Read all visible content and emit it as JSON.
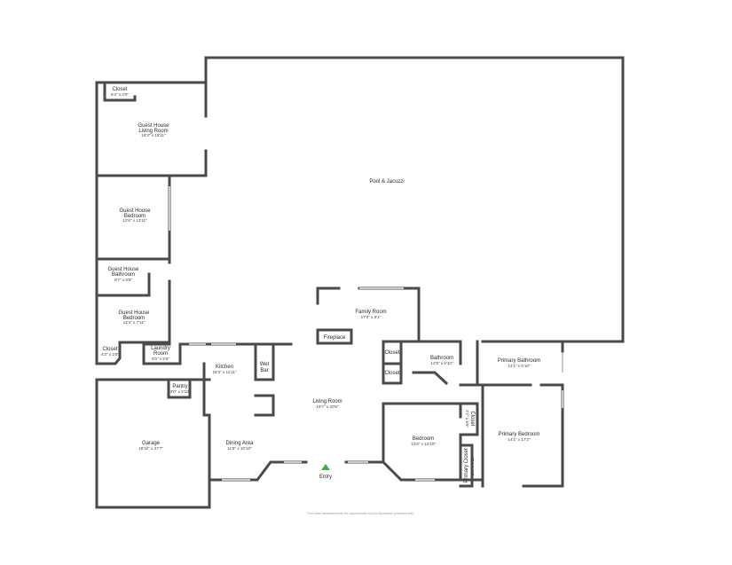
{
  "rooms": {
    "pool": {
      "name": "Pool & Jacuzzi"
    },
    "gh_closet": {
      "name": "Closet",
      "dims": "5'4\" x 3'0\""
    },
    "gh_living": {
      "name1": "Guest House",
      "name2": "Living Room",
      "dims": "18'3\" x 15'11\""
    },
    "gh_bed1": {
      "name1": "Guest House",
      "name2": "Bedroom",
      "dims": "12'6\" x 13'11\""
    },
    "gh_bath": {
      "name1": "Guest House",
      "name2": "Bathroom",
      "dims": "8'7\" x 6'5\""
    },
    "gh_bed2": {
      "name1": "Guest House",
      "name2": "Bedroom",
      "dims": "12'4\" x 7'11\""
    },
    "closet_w": {
      "name": "Closet",
      "dims": "4'3\" x 2'6\""
    },
    "laundry": {
      "name1": "Laundry",
      "name2": "Room",
      "dims": "5'0\" x 5'5\""
    },
    "pantry": {
      "name": "Pantry",
      "dims": "3'0\" x 2'10\""
    },
    "kitchen": {
      "name": "Kitchen",
      "dims": "16'3\" x 11'11\""
    },
    "wetbar": {
      "name1": "Wet",
      "name2": "Bar"
    },
    "family": {
      "name": "Family Room",
      "dims": "17'3\" x 9'1\""
    },
    "fireplace": {
      "name": "Fireplace"
    },
    "closet_a": {
      "name": "Closet"
    },
    "closet_b": {
      "name": "Closet"
    },
    "bathroom": {
      "name": "Bathroom",
      "dims": "12'9\" x 6'10\""
    },
    "primary_bath": {
      "name": "Primary Bathroom",
      "dims": "14'1\" x 6'10\""
    },
    "living": {
      "name": "Living Room",
      "dims": "19'7\" x 20'5\""
    },
    "garage": {
      "name": "Garage",
      "dims": "18'10\" x 27'7\""
    },
    "dining": {
      "name": "Dining Area",
      "dims": "11'6\" x 10'10\""
    },
    "bedroom": {
      "name": "Bedroom",
      "dims": "13'6\" x 12'10\""
    },
    "closet_v": {
      "name": "Closet",
      "dims": "2'2\" x 6'6\""
    },
    "primary_closet": {
      "name": "Primary Closet",
      "dims": "2'2\" x 6'11\""
    },
    "primary_bed": {
      "name": "Primary Bedroom",
      "dims": "14'1\" x 17'2\""
    },
    "entry": {
      "name": "Entry"
    }
  },
  "footer": {
    "text": "Floor plan measurements are approximate and for illustrative purposes only"
  },
  "colors": {
    "wall": "#4a4a4a",
    "window": "#c9c9c9",
    "entry_marker": "#3cb34a",
    "background": "#ffffff"
  }
}
